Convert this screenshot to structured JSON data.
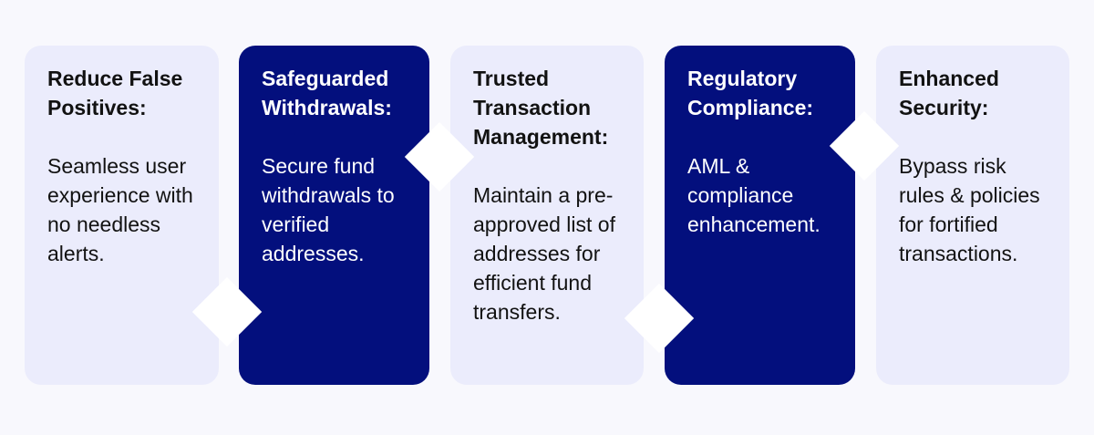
{
  "cards": [
    {
      "title": "Reduce False Positives:",
      "body": "Seamless user experience with no needless alerts.",
      "theme": "light"
    },
    {
      "title": "Safeguarded Withdrawals:",
      "body": "Secure fund withdrawals to verified addresses.",
      "theme": "dark"
    },
    {
      "title": "Trusted Transaction Management:",
      "body": "Maintain a pre-approved list of addresses for efficient fund transfers.",
      "theme": "light"
    },
    {
      "title": "Regulatory Compliance:",
      "body": "AML & compliance enhancement.",
      "theme": "dark"
    },
    {
      "title": "Enhanced Security:",
      "body": "Bypass risk rules & policies for fortified transactions.",
      "theme": "light"
    }
  ],
  "colors": {
    "background": "#f8f8fd",
    "card_light": "#ebecfc",
    "card_dark": "#030f7d",
    "connector": "#ffffff"
  }
}
